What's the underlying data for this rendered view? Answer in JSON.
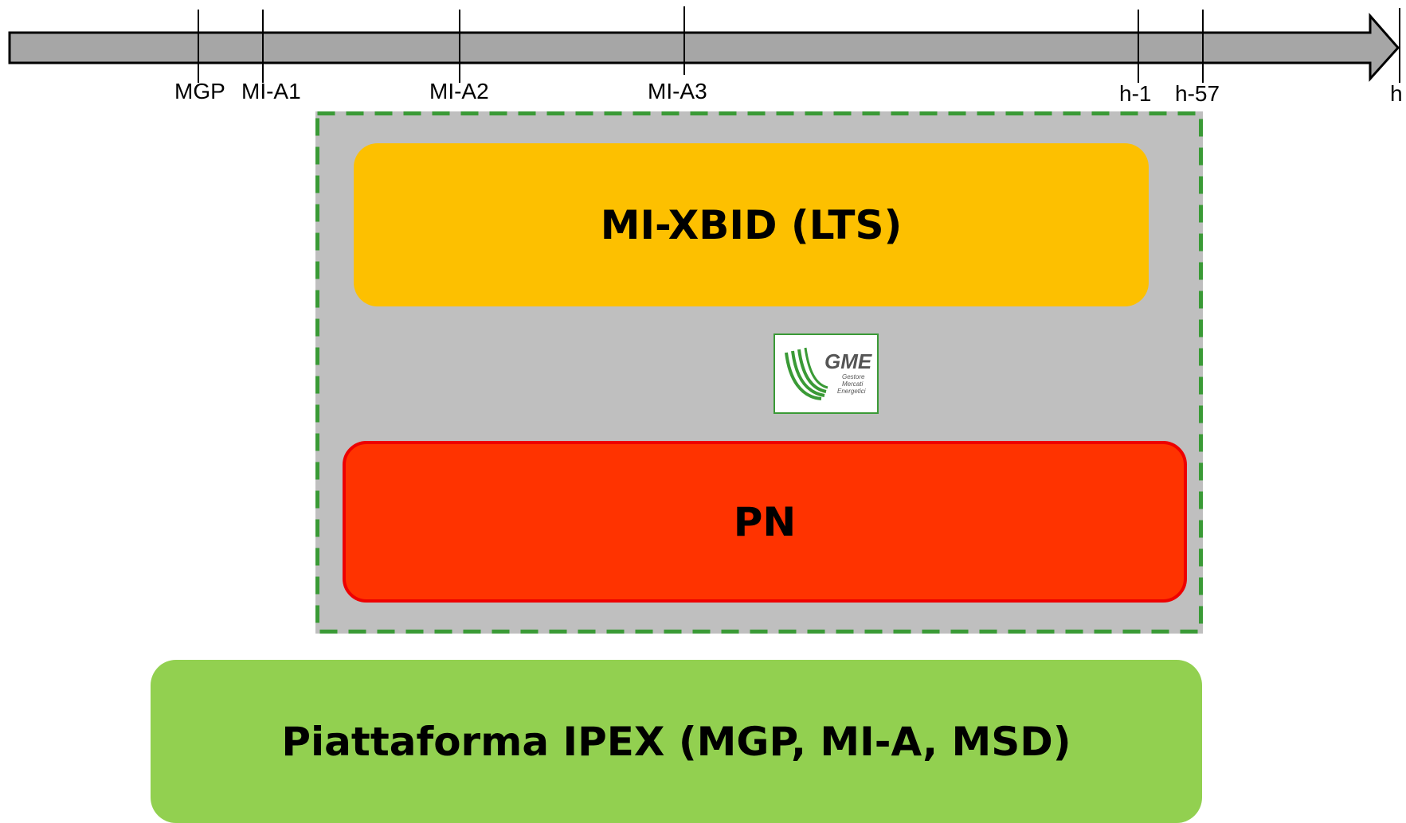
{
  "timeline": {
    "labels": {
      "mgp": "MGP",
      "mia1": "MI-A1",
      "mia2": "MI-A2",
      "mia3": "MI-A3",
      "h1": "h-1",
      "h57": "h-57",
      "h": "h"
    }
  },
  "blocks": {
    "xbid": "MI-XBID (LTS)",
    "pn": "PN",
    "ipex": "Piattaforma IPEX (MGP, MI-A, MSD)"
  },
  "logo": {
    "brand": "GME",
    "lines": [
      "Gestore",
      "Mercati",
      "Energetici"
    ],
    "icon": "gme-logo-icon"
  },
  "colors": {
    "timeline_fill": "#a6a6a6",
    "zone_fill": "#bfbfbf",
    "zone_border": "#3a9a36",
    "xbid": "#fdc000",
    "pn": "#ff3300",
    "ipex": "#92d050"
  }
}
